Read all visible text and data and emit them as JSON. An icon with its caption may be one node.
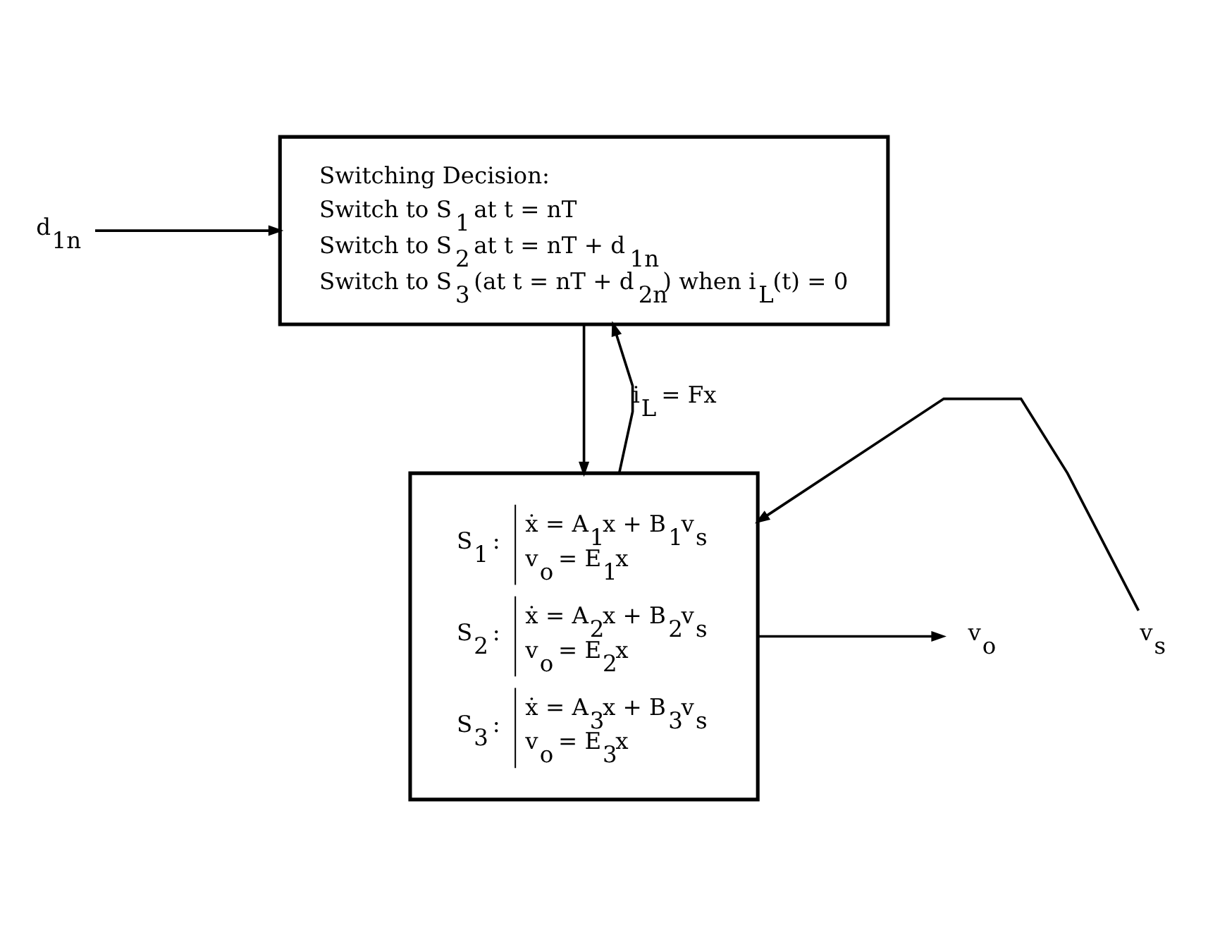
{
  "diagram": {
    "nodes": [
      {
        "text": [
          "Switching Decision:",
          "Switch to S$_{1}$ at t = nT",
          "Switch to S$_{2}$ at t = nT + d$_{1n}$",
          "Switch to S$_{3}$ (at t = nT + d$_{2n}$) when i$_{L}$(t) = 0"
        ]
      },
      {
        "text": [
          "d$_{1n}$"
        ]
      },
      {
        "text": [
          "S$_{1}$ :",
          "ẋ = A$_{1}$x + B$_{1}$v$_{s}$",
          "v$_{o}$ = E$_{1}$x",
          "S$_{2}$ :",
          "ẋ = A$_{2}$x + B$_{2}$v$_{s}$",
          "v$_{o}$ = E$_{2}$x",
          "S$_{3}$ :",
          "ẋ = A$_{3}$x + B$_{3}$v$_{s}$",
          "v$_{o}$ = E$_{3}$x"
        ]
      },
      {
        "text": [
          "v$_{s}$"
        ]
      },
      {
        "text": [
          "v$_{o}$"
        ]
      }
    ],
    "edges": [
      {
        "from": 1,
        "to": 0,
        "arrow": "to"
      },
      {
        "from": 0,
        "to": 2,
        "arrow": "to"
      },
      {
        "from": 2,
        "to": 0,
        "arrow": "to",
        "label": "i$_{L}$ = Fx"
      },
      {
        "from": 3,
        "to": 2,
        "arrow": "to"
      },
      {
        "from": 2,
        "to": 4,
        "arrow": "to"
      }
    ]
  }
}
